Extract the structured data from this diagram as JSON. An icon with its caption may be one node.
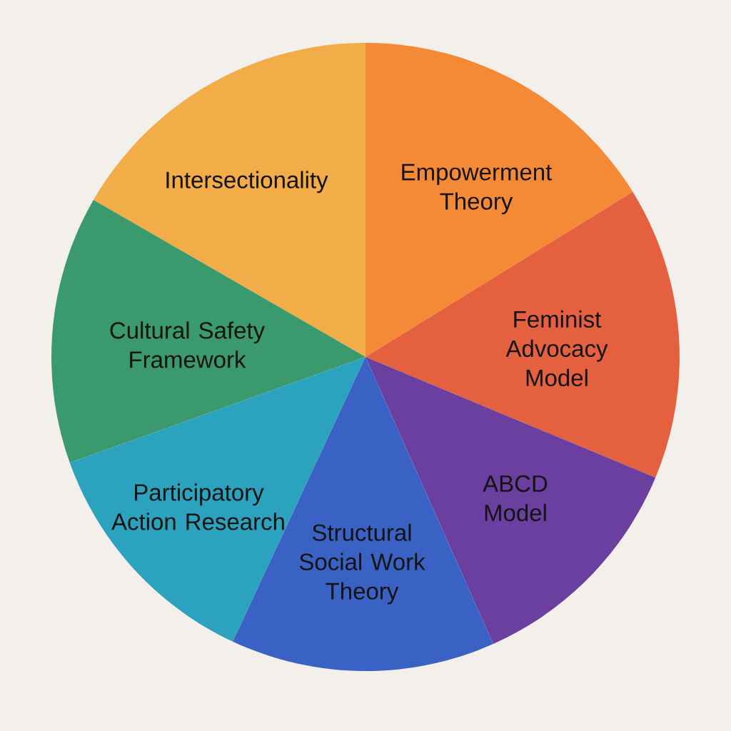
{
  "diagram": {
    "nodes": [
      {
        "text": [
          "Intersectionality"
        ]
      },
      {
        "text": [
          "Empowerment Theory"
        ]
      },
      {
        "text": [
          "Cultural Safety Framework"
        ]
      },
      {
        "text": [
          "Feminist Advocacy Model"
        ]
      },
      {
        "text": [
          "Participatory Action Research"
        ]
      },
      {
        "text": [
          "ABCD Model"
        ]
      },
      {
        "text": [
          "Structural Social Work Theory"
        ]
      }
    ],
    "edges": []
  }
}
